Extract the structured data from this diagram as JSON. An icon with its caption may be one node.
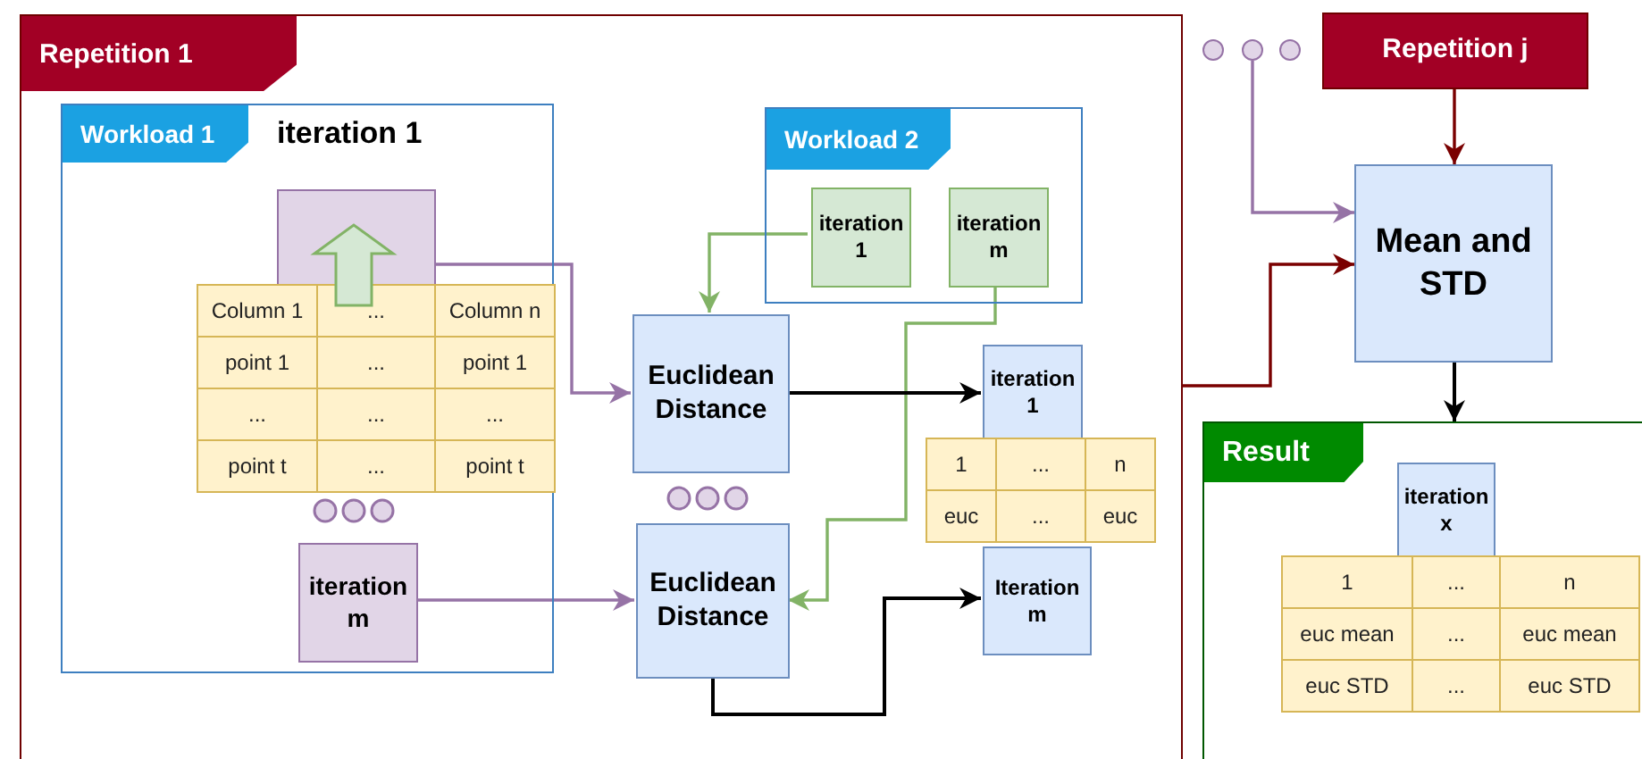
{
  "diagram": {
    "nodes": [
      {
        "text": [
          "Repetition 1"
        ]
      },
      {
        "text": [
          "Workload 1",
          "iteration 1"
        ],
        "in": 0
      },
      {
        "text": [],
        "shape": "box",
        "in": 1
      },
      {
        "text": [
          "iteration m"
        ],
        "in": 1
      },
      {
        "text": [
          "Workload 2"
        ],
        "in": 0
      },
      {
        "text": [
          "iteration 1"
        ],
        "in": 4
      },
      {
        "text": [
          "iteration m"
        ],
        "in": 4
      },
      {
        "text": [
          "Euclidean Distance"
        ],
        "in": 0
      },
      {
        "text": [
          "iteration 1"
        ],
        "in": 0
      },
      {
        "text": [
          "Euclidean Distance"
        ],
        "in": 0
      },
      {
        "text": [
          "Iteration m"
        ],
        "in": 0
      },
      {
        "text": [],
        "shape": "circle"
      },
      {
        "text": [],
        "shape": "circle"
      },
      {
        "text": [],
        "shape": "circle"
      },
      {
        "text": [
          "Repetition j"
        ]
      },
      {
        "text": [
          "Mean and STD"
        ]
      },
      {
        "text": [
          "Result"
        ]
      },
      {
        "text": [
          "iteration x"
        ],
        "in": 16
      }
    ],
    "edges": [
      {
        "from": 2,
        "to": 7,
        "arrow": "to",
        "color": "#9673a6"
      },
      {
        "from": 3,
        "to": 9,
        "arrow": "to",
        "color": "#9673a6"
      },
      {
        "from": 5,
        "to": 7,
        "arrow": "to",
        "color": "#82b366"
      },
      {
        "from": 6,
        "to": 9,
        "arrow": "to",
        "color": "#82b366"
      },
      {
        "from": 7,
        "to": 8,
        "arrow": "to",
        "color": "#000000"
      },
      {
        "from": 9,
        "to": 10,
        "arrow": "to",
        "color": "#000000"
      },
      {
        "from": 12,
        "to": 15,
        "arrow": "to",
        "color": "#9673a6"
      },
      {
        "from": 14,
        "to": 15,
        "arrow": "to",
        "color": "#7a0000"
      },
      {
        "from": 0,
        "to": 15,
        "arrow": "to",
        "color": "#7a0000"
      },
      {
        "from": 15,
        "to": 16,
        "arrow": "to",
        "color": "#000000"
      }
    ],
    "labels": [
      "Column 1",
      "...",
      "Column n",
      "point 1",
      "...",
      "point 1",
      "...",
      "...",
      "...",
      "point t",
      "...",
      "point t",
      "1",
      "...",
      "n",
      "euc",
      "...",
      "euc",
      "1",
      "...",
      "n",
      "euc mean",
      "...",
      "euc mean",
      "euc STD",
      "...",
      "euc STD"
    ]
  }
}
